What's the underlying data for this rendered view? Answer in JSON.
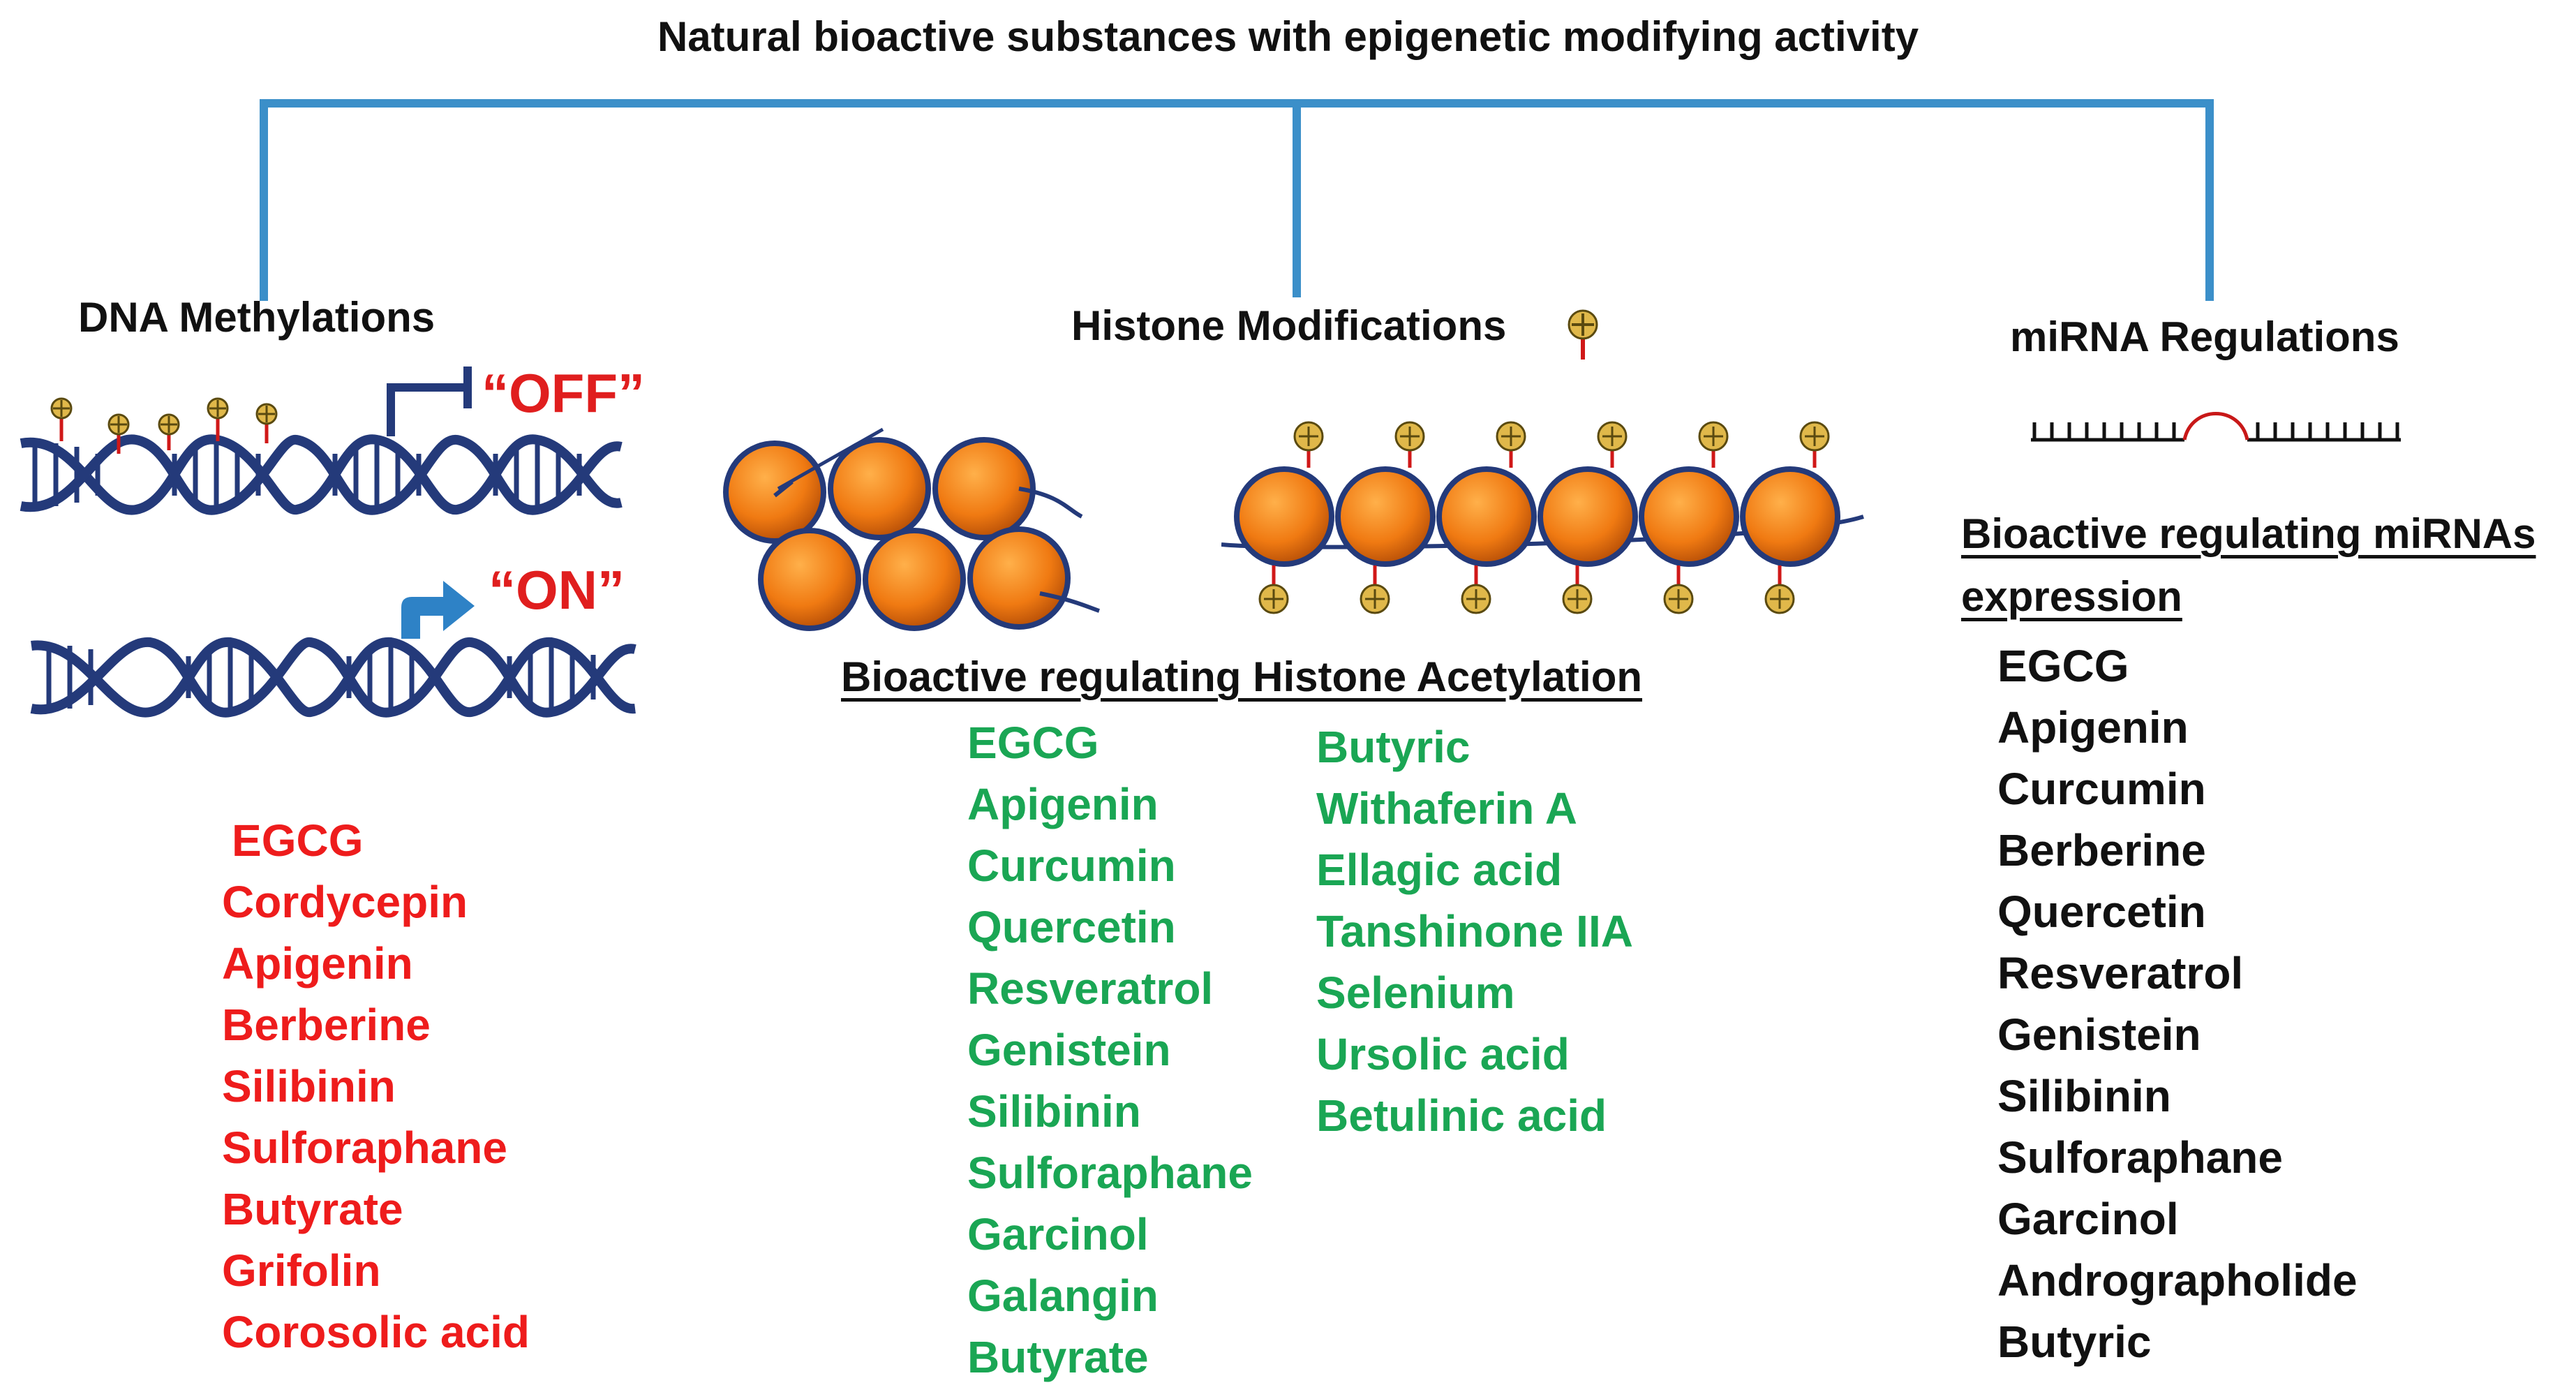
{
  "title": "Natural bioactive substances with epigenetic modifying activity",
  "branches": {
    "dna": {
      "header": "DNA Methylations",
      "off_label": "“OFF”",
      "on_label": "“ON”",
      "items": [
        "EGCG",
        "Cordycepin",
        "Apigenin",
        "Berberine",
        "Silibinin",
        "Sulforaphane",
        "Butyrate",
        "Grifolin",
        "Corosolic acid"
      ]
    },
    "histone": {
      "header": "Histone Modifications",
      "subheader": "Bioactive regulating Histone Acetylation",
      "items_col1": [
        "EGCG",
        "Apigenin",
        "Curcumin",
        "Quercetin",
        "Resveratrol",
        "Genistein",
        "Silibinin",
        "Sulforaphane",
        "Garcinol",
        "Galangin",
        "Butyrate"
      ],
      "items_col2": [
        "Butyric",
        "Withaferin A",
        "Ellagic acid",
        "Tanshinone IIA",
        "Selenium",
        "Ursolic acid",
        "Betulinic acid"
      ]
    },
    "mirna": {
      "header": "miRNA Regulations",
      "subheader_line1": "Bioactive regulating miRNAs",
      "subheader_line2": "expression",
      "items": [
        "EGCG",
        "Apigenin",
        "Curcumin",
        "Berberine",
        "Quercetin",
        "Resveratrol",
        "Genistein",
        "Silibinin",
        "Sulforaphane",
        "Garcinol",
        "Andrographolide",
        "Butyric"
      ]
    }
  },
  "colors": {
    "connector": "#3b8fc9",
    "dna_strand": "#243a7a",
    "nucleosome": "#f07a12",
    "mark": "#e0b84a",
    "dna_items": "#ee1c1c",
    "histone_items": "#1aa654",
    "mirna_items": "#111111"
  },
  "icons": [
    "methyl-mark-icon",
    "acetyl-mark-icon",
    "nucleosome-icon",
    "dna-helix-icon",
    "gene-off-icon",
    "gene-on-arrow-icon",
    "mirna-hairpin-icon"
  ]
}
